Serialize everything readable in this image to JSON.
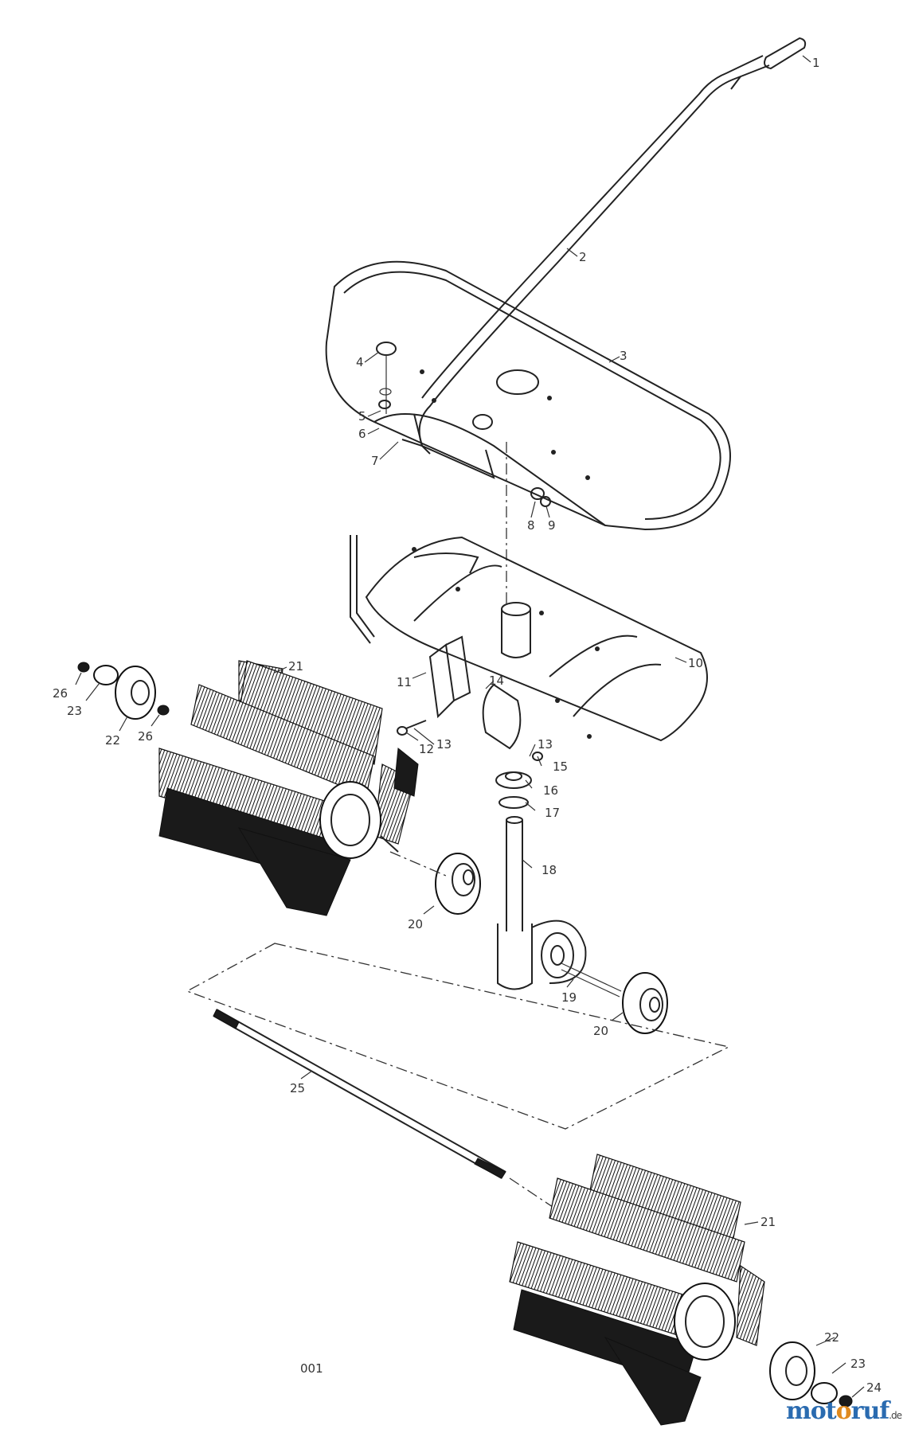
{
  "diagram": {
    "page_number": "001",
    "part_labels": [
      "1",
      "2",
      "3",
      "4",
      "5",
      "6",
      "7",
      "8",
      "9",
      "10",
      "11",
      "12",
      "13",
      "13",
      "14",
      "15",
      "16",
      "17",
      "18",
      "19",
      "20",
      "20",
      "21",
      "21",
      "22",
      "22",
      "23",
      "23",
      "24",
      "25",
      "26",
      "26"
    ]
  },
  "watermark": {
    "part1": "mot",
    "part2": "o",
    "part3": "ruf",
    "suffix": ".de"
  }
}
